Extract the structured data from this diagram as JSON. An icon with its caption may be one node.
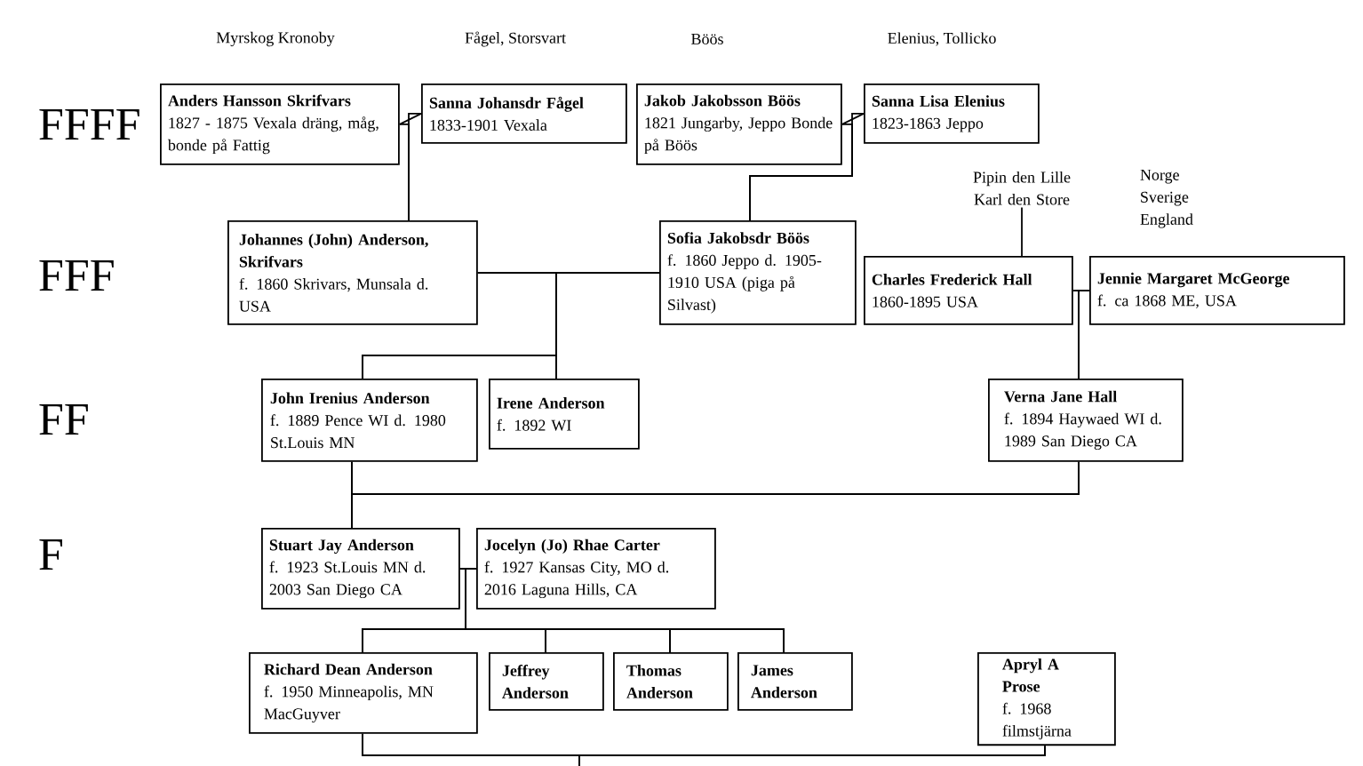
{
  "diagram": {
    "nodes": [
      {
        "text": [
          "Anders Hansson Skrifvars",
          "1827 - 1875 Vexala dräng, måg, bonde på Fattig"
        ]
      },
      {
        "text": [
          "Sanna Johansdr Fågel",
          "1833-1901 Vexala"
        ]
      },
      {
        "text": [
          "Jakob Jakobsson Böös",
          "1821 Jungarby, Jeppo Bonde på Böös"
        ]
      },
      {
        "text": [
          "Sanna Lisa Elenius",
          "1823-1863 Jeppo"
        ]
      },
      {
        "text": [
          "Johannes (John) Anderson, Skrifvars",
          "f. 1860 Skrivars, Munsala d. USA"
        ]
      },
      {
        "text": [
          "Sofia Jakobsdr Böös",
          "f. 1860 Jeppo d. 1905-1910 USA (piga på Silvast)"
        ]
      },
      {
        "text": [
          "Pipin den Lille Karl den Store"
        ]
      },
      {
        "text": [
          "Charles Frederick Hall",
          "1860-1895 USA"
        ]
      },
      {
        "text": [
          "Jennie Margaret McGeorge",
          "f. ca 1868 ME, USA"
        ]
      },
      {
        "text": [
          "John Irenius Anderson",
          "f. 1889 Pence WI d. 1980 St.Louis MN"
        ]
      },
      {
        "text": [
          "Irene Anderson",
          "f. 1892 WI"
        ]
      },
      {
        "text": [
          "Verna Jane Hall",
          "f. 1894 Haywaed WI d. 1989 San Diego CA"
        ]
      },
      {
        "text": [
          "Stuart Jay Anderson",
          "f. 1923 St.Louis MN d. 2003 San Diego CA"
        ]
      },
      {
        "text": [
          "Jocelyn (Jo) Rhae Carter",
          "f. 1927 Kansas City, MO d. 2016 Laguna Hills, CA"
        ]
      },
      {
        "text": [
          "Richard Dean Anderson",
          "f. 1950 Minneapolis, MN MacGuyver"
        ]
      },
      {
        "text": [
          "Jeffrey Anderson"
        ]
      },
      {
        "text": [
          "Thomas Anderson"
        ]
      },
      {
        "text": [
          "James Anderson"
        ]
      },
      {
        "text": [
          "Apryl A Prose",
          "f. 1968 filmstjärna"
        ]
      }
    ],
    "edges": [
      {
        "from": 0,
        "to": 1,
        "arrow": "none"
      },
      {
        "from": 0,
        "to": 4,
        "arrow": "none"
      },
      {
        "from": 1,
        "to": 4,
        "arrow": "none"
      },
      {
        "from": 2,
        "to": 3,
        "arrow": "none"
      },
      {
        "from": 2,
        "to": 5,
        "arrow": "none"
      },
      {
        "from": 3,
        "to": 5,
        "arrow": "none"
      },
      {
        "from": 4,
        "to": 5,
        "arrow": "none"
      },
      {
        "from": 4,
        "to": 9,
        "arrow": "none"
      },
      {
        "from": 5,
        "to": 9,
        "arrow": "none"
      },
      {
        "from": 4,
        "to": 10,
        "arrow": "none"
      },
      {
        "from": 5,
        "to": 10,
        "arrow": "none"
      },
      {
        "from": 6,
        "to": 7,
        "arrow": "none"
      },
      {
        "from": 7,
        "to": 8,
        "arrow": "none"
      },
      {
        "from": 7,
        "to": 11,
        "arrow": "none"
      },
      {
        "from": 8,
        "to": 11,
        "arrow": "none"
      },
      {
        "from": 9,
        "to": 11,
        "arrow": "none"
      },
      {
        "from": 9,
        "to": 12,
        "arrow": "none"
      },
      {
        "from": 11,
        "to": 12,
        "arrow": "none"
      },
      {
        "from": 12,
        "to": 13,
        "arrow": "none"
      },
      {
        "from": 12,
        "to": 14,
        "arrow": "none"
      },
      {
        "from": 13,
        "to": 14,
        "arrow": "none"
      },
      {
        "from": 12,
        "to": 15,
        "arrow": "none"
      },
      {
        "from": 13,
        "to": 15,
        "arrow": "none"
      },
      {
        "from": 12,
        "to": 16,
        "arrow": "none"
      },
      {
        "from": 13,
        "to": 16,
        "arrow": "none"
      },
      {
        "from": 12,
        "to": 17,
        "arrow": "none"
      },
      {
        "from": 13,
        "to": 17,
        "arrow": "none"
      },
      {
        "from": 14,
        "to": 18,
        "arrow": "none"
      },
      {
        "from": 14,
        "to": null,
        "arrow": "none"
      },
      {
        "from": 18,
        "to": null,
        "arrow": "none"
      }
    ],
    "labels": [
      "Myrskog Kronoby",
      "Fågel, Storsvart",
      "Böös",
      "Elenius, Tollicko",
      "FFFF",
      "Norge Sverige England",
      "FFF",
      "FF",
      "F"
    ]
  }
}
